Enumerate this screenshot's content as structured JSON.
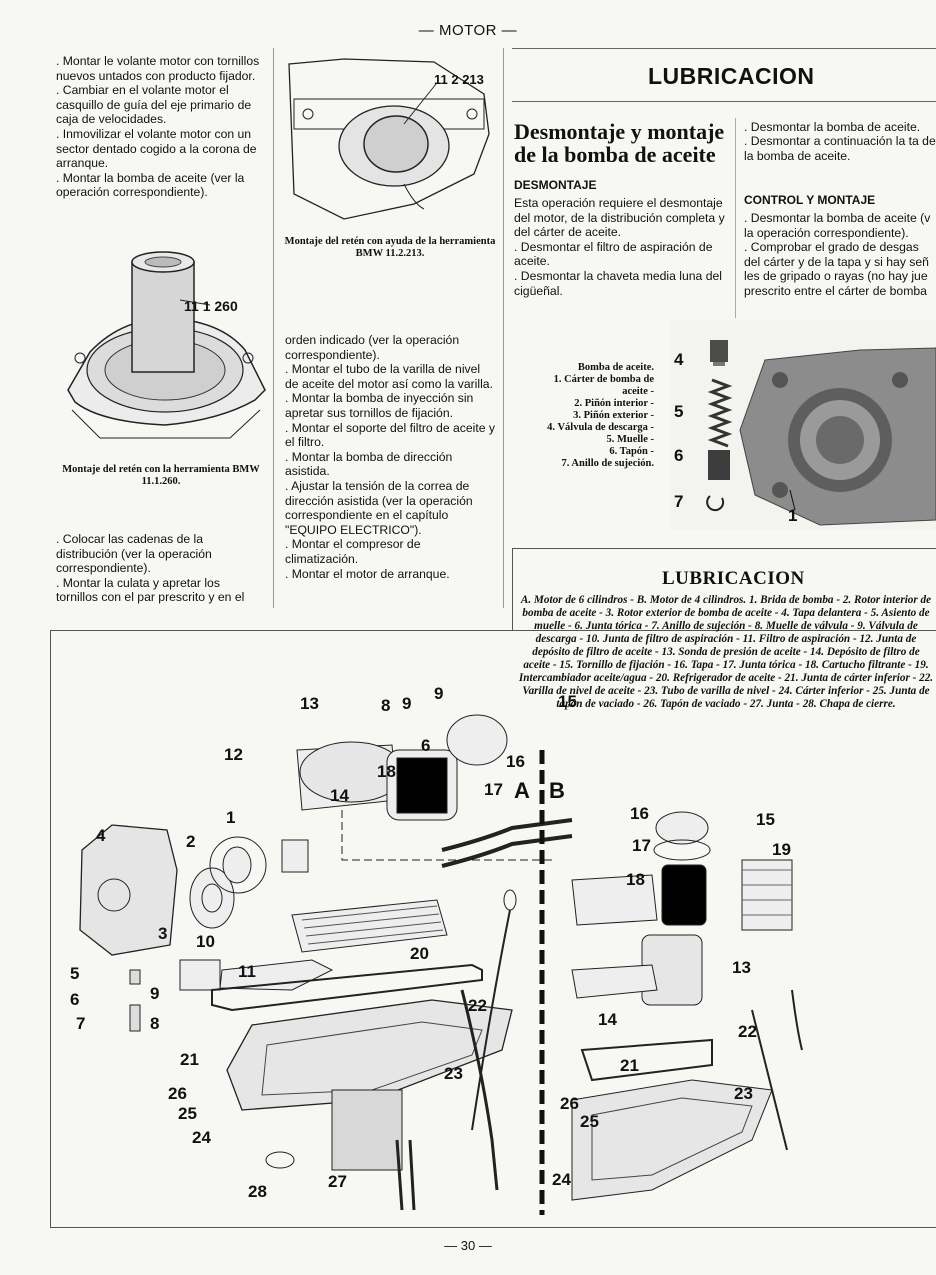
{
  "header": {
    "title": "— MOTOR —"
  },
  "col1": {
    "paragraphs": [
      ". Montar le volante motor con tornillos nuevos untados con producto fijador.",
      ". Cambiar en el volante motor el casquillo de guía del eje primario de caja de velocidades.",
      ". Inmovilizar el volante motor con un sector dentado cogido a la corona de arranque.",
      ". Montar la bomba de aceite (ver la operación correspondiente)."
    ],
    "figure_label": "11 1 260",
    "figure_caption": "Montaje del retén con la herramienta BMW 11.1.260.",
    "paragraphs2": [
      ". Colocar las cadenas de la distribución (ver la operación correspondiente).",
      ". Montar la culata y apretar los tornillos con el par prescrito y en el"
    ]
  },
  "col2": {
    "figure_label": "11 2 213",
    "figure_caption": "Montaje del retén con ayuda de la herramienta BMW 11.2.213.",
    "paragraphs": [
      "orden indicado (ver la operación correspondiente).",
      ". Montar el tubo de la varilla de nivel de aceite del motor así como la varilla.",
      ". Montar la bomba de inyección sin apretar sus tornillos de fijación.",
      ". Montar el soporte del filtro de aceite y el filtro.",
      ". Montar la bomba de dirección asistida.",
      ". Ajustar la tensión de la correa de dirección asistida (ver la operación correspondiente en el capítulo \"EQUIPO ELECTRICO\").",
      ". Montar el compresor de climatización.",
      ". Montar el motor de arranque."
    ]
  },
  "col3": {
    "section_title": "LUBRICACION",
    "heading": "Desmontaje y montaje de la bomba de aceite",
    "subheading": "DESMONTAJE",
    "paragraphs": [
      "Esta operación requiere el desmontaje del motor, de la distribución completa y del cárter de aceite.",
      ". Desmontar el filtro de aspiración de aceite.",
      ". Desmontar la chaveta media luna del cigüeñal."
    ],
    "pump_caption_lines": [
      "Bomba de aceite.",
      "1. Cárter de bomba de",
      "aceite -",
      "2. Piñón interior -",
      "3. Piñón exterior -",
      "4. Válvula de descarga -",
      "5. Muelle -",
      "6. Tapón -",
      "7. Anillo de sujeción."
    ],
    "pump_labels": [
      "4",
      "5",
      "6",
      "7",
      "1"
    ]
  },
  "col4": {
    "paragraphs": [
      ". Desmontar la bomba de aceite.",
      ". Desmontar a continuación la ta de la bomba de aceite."
    ],
    "subheading": "CONTROL Y MONTAJE",
    "paragraphs2": [
      ". Desmontar la bomba de aceite (v la operación correspondiente).",
      ". Comprobar el grado de desgas del cárter y de la tapa y si hay señ les de gripado o rayas (no hay jue prescrito entre el cárter de bomba"
    ]
  },
  "diagram": {
    "title": "LUBRICACION",
    "legend": "A. Motor de 6 cilindros - B. Motor de 4 cilindros. 1. Brida de bomba - 2. Rotor interior de bomba de aceite - 3. Rotor exterior de bomba de aceite - 4. Tapa delantera - 5. Asiento de muelle - 6. Junta tórica - 7. Anillo de sujeción - 8. Muelle de válvula - 9. Válvula de descarga - 10. Junta de filtro de aspiración - 11. Filtro de aspiración - 12. Junta de depósito de filtro de aceite - 13. Sonda de presión de aceite - 14. Depósito de filtro de aceite - 15. Tornillo de fijación - 16. Tapa - 17. Junta tórica - 18. Cartucho filtrante - 19. Intercambiador aceite/agua - 20. Refrigerador de aceite - 21. Junta de cárter inferior - 22. Varilla de nivel de aceite - 23. Tubo de varilla de nivel - 24. Cárter inferior - 25. Junta de tapón de vaciado - 26. Tapón de vaciado - 27. Junta - 28. Chapa de cierre.",
    "section_a": "A",
    "section_b": "B",
    "labels_a": [
      "13",
      "8",
      "9",
      "9",
      "15",
      "12",
      "6",
      "16",
      "18",
      "14",
      "17",
      "1",
      "4",
      "2",
      "3",
      "10",
      "11",
      "5",
      "9",
      "6",
      "7",
      "8",
      "20",
      "22",
      "21",
      "23",
      "26",
      "25",
      "24",
      "28",
      "27"
    ],
    "labels_b": [
      "16",
      "15",
      "17",
      "19",
      "18",
      "13",
      "14",
      "22",
      "21",
      "23",
      "26",
      "25",
      "24"
    ]
  },
  "footer": {
    "page": "— 30 —"
  }
}
